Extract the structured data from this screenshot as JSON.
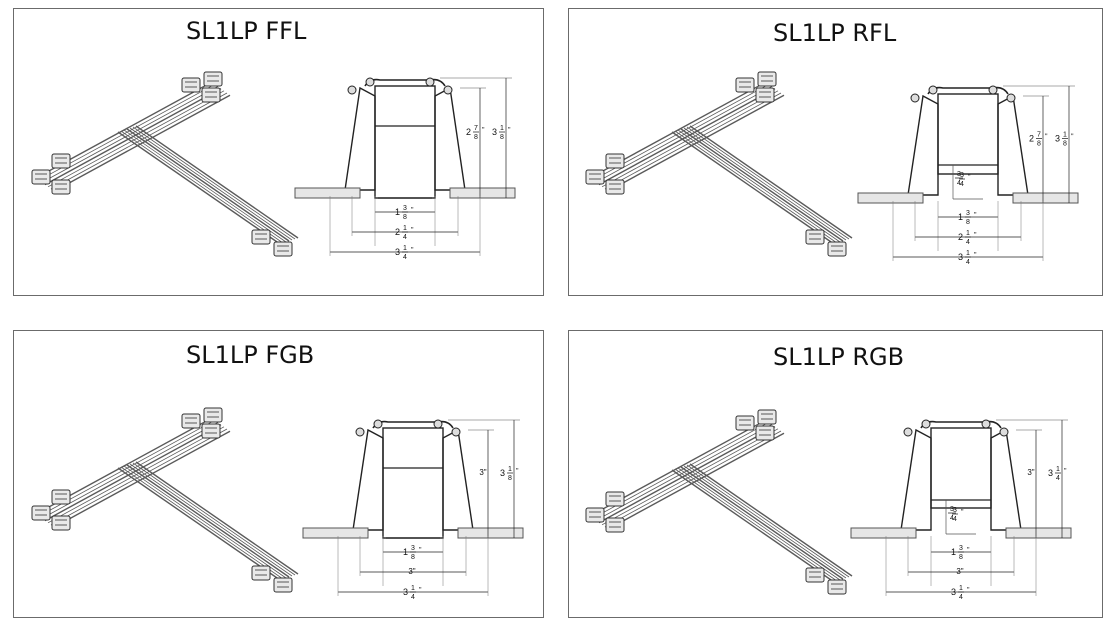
{
  "panels": [
    {
      "title": "SL1LP FFL",
      "dims": {
        "height_a_whole": "2",
        "height_a_num": "7",
        "height_a_den": "8",
        "height_b_whole": "3",
        "height_b_num": "1",
        "height_b_den": "8",
        "inner_whole": "1",
        "inner_num": "3",
        "inner_den": "8",
        "mid_whole": "2",
        "mid_num": "1",
        "mid_den": "4",
        "outer_whole": "3",
        "outer_num": "1",
        "outer_den": "4",
        "regress_num": "",
        "regress_den": ""
      }
    },
    {
      "title": "SL1LP RFL",
      "dims": {
        "height_a_whole": "2",
        "height_a_num": "7",
        "height_a_den": "8",
        "height_b_whole": "3",
        "height_b_num": "1",
        "height_b_den": "8",
        "inner_whole": "1",
        "inner_num": "3",
        "inner_den": "8",
        "mid_whole": "2",
        "mid_num": "1",
        "mid_den": "4",
        "outer_whole": "3",
        "outer_num": "1",
        "outer_den": "4",
        "regress_num": "3",
        "regress_den": "4"
      }
    },
    {
      "title": "SL1LP FGB",
      "dims": {
        "height_a_whole": "3\"",
        "height_a_num": "",
        "height_a_den": "",
        "height_b_whole": "3",
        "height_b_num": "1",
        "height_b_den": "8",
        "inner_whole": "1",
        "inner_num": "3",
        "inner_den": "8",
        "mid_whole": "3\"",
        "mid_num": "",
        "mid_den": "",
        "outer_whole": "3",
        "outer_num": "1",
        "outer_den": "4",
        "regress_num": "",
        "regress_den": ""
      }
    },
    {
      "title": "SL1LP RGB",
      "dims": {
        "height_a_whole": "3\"",
        "height_a_num": "",
        "height_a_den": "",
        "height_b_whole": "3",
        "height_b_num": "1",
        "height_b_den": "4",
        "inner_whole": "1",
        "inner_num": "3",
        "inner_den": "8",
        "mid_whole": "3\"",
        "mid_num": "",
        "mid_den": "",
        "outer_whole": "3",
        "outer_num": "1",
        "outer_den": "4",
        "regress_num": "3",
        "regress_den": "4"
      }
    }
  ]
}
